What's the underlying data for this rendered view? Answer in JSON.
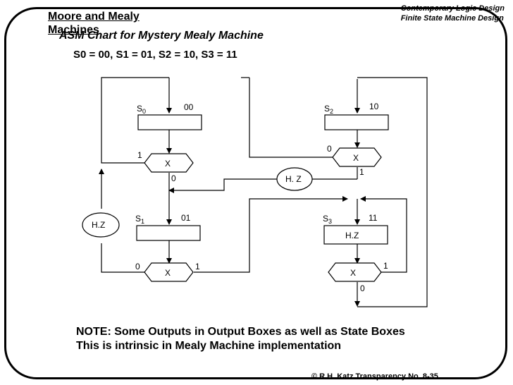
{
  "header": {
    "title_line1": "Moore and Mealy",
    "title_line2": "Machines",
    "right_line1": "Contemporary Logic Design",
    "right_line2": "Finite State Machine Design"
  },
  "subtitle": "ASM Chart for Mystery Mealy Machine",
  "encoding": "S0 = 00, S1 = 01, S2 = 10, S3 = 11",
  "states": {
    "s0": {
      "name": "S",
      "sub": "0",
      "code": "00"
    },
    "s1": {
      "name": "S",
      "sub": "1",
      "code": "01"
    },
    "s2": {
      "name": "S",
      "sub": "2",
      "code": "10"
    },
    "s3": {
      "name": "S",
      "sub": "3",
      "code": "11",
      "output": "H.Z"
    }
  },
  "decisions": {
    "d0": {
      "var": "X",
      "true_label": "1",
      "false_label": "0"
    },
    "d1": {
      "var": "X",
      "false_label": "0",
      "true_label": "1"
    },
    "d2": {
      "var": "X",
      "false_label": "0",
      "true_label": "1"
    },
    "d3": {
      "var": "X",
      "true_label": "1",
      "false_label": "0"
    }
  },
  "cond_outputs": {
    "left": "H.Z",
    "mid": "H. Z"
  },
  "note": {
    "line1": "NOTE: Some Outputs in Output Boxes as well as State Boxes",
    "line2": "This is intrinsic in Mealy Machine implementation"
  },
  "copyright": "© R.H. Katz   Transparency No. 8-35"
}
